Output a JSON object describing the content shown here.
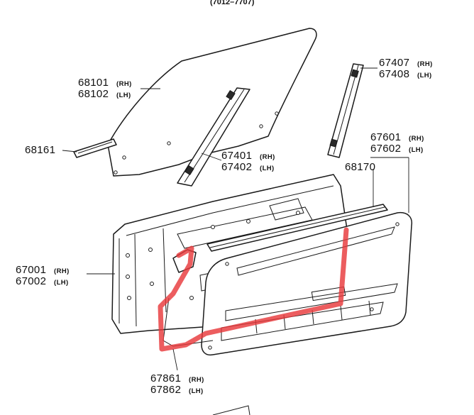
{
  "header": {
    "text": "(7012–7707)"
  },
  "colors": {
    "highlight": "#e8393c",
    "ink": "#1a1a1a",
    "background": "#ffffff"
  },
  "callouts": {
    "glass": {
      "rh": "68101",
      "lh": "68102"
    },
    "front_run": {
      "number": "68161"
    },
    "front_channel": {
      "rh": "67401",
      "lh": "67402"
    },
    "rear_channel": {
      "rh": "67407",
      "lh": "67408"
    },
    "trim_panel": {
      "rh": "67601",
      "lh": "67602"
    },
    "weatherstrip": {
      "number": "68170"
    },
    "door_shell": {
      "rh": "67001",
      "lh": "67002"
    },
    "seal": {
      "rh": "67861",
      "lh": "67862"
    }
  },
  "suffix": {
    "rh": "(RH)",
    "lh": "(LH)"
  }
}
